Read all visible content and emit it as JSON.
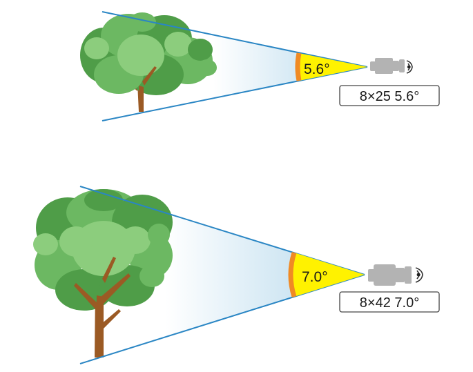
{
  "colors": {
    "ray": "#2a86c4",
    "cone_far": "#ffffff",
    "cone_near": "#bcdcee",
    "angle_fill": "#fff200",
    "angle_arc": "#f08a24",
    "foliage_dark": "#4f9d48",
    "foliage_mid": "#6cb862",
    "foliage_light": "#8ccd7d",
    "trunk": "#9b5a24",
    "binocular": "#b3b3b3",
    "box_border": "#444444"
  },
  "diagrams": [
    {
      "name": "narrow",
      "angle_label": "5.6°",
      "spec_label": "8×25 5.6°",
      "field_of_view_deg": 5.6,
      "icons": [
        "tree-icon",
        "binoculars-icon",
        "eye-icon"
      ]
    },
    {
      "name": "wide",
      "angle_label": "7.0°",
      "spec_label": "8×42 7.0°",
      "field_of_view_deg": 7.0,
      "icons": [
        "tree-icon",
        "binoculars-icon",
        "eye-icon"
      ]
    }
  ]
}
